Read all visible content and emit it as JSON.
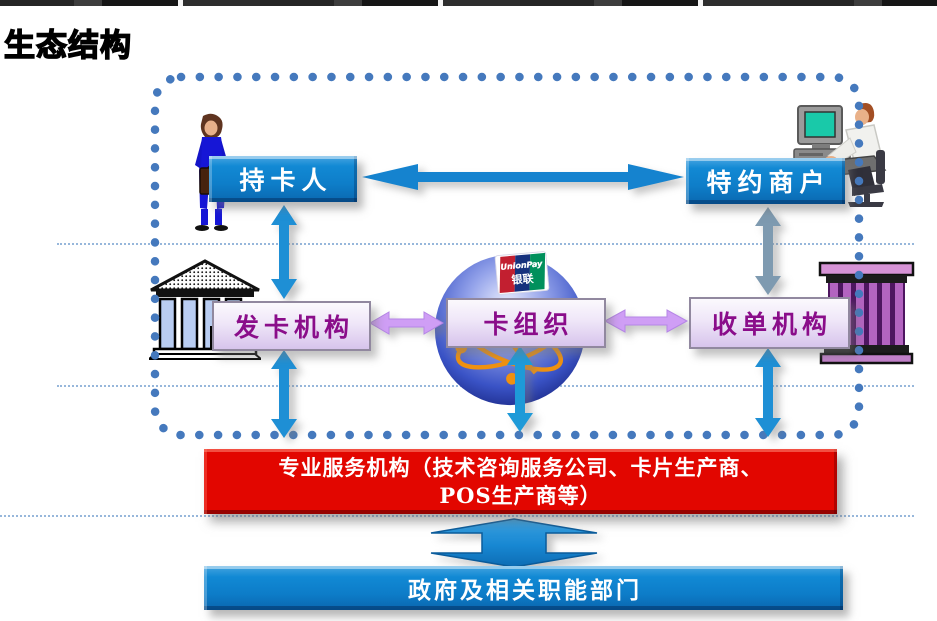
{
  "slide": {
    "title": "生态结构"
  },
  "nodes": {
    "cardholder": "持卡人",
    "merchant": "特约商户",
    "issuer": "发卡机构",
    "card_org": "卡组织",
    "acquirer": "收单机构",
    "service_line1": "专业服务机构（技术咨询服务公司、卡片生产商、",
    "service_line2": "POS生产商等）",
    "government": "政府及相关职能部门"
  },
  "logo": {
    "brand": "UnionPay",
    "brand_cn": "银联"
  },
  "colors": {
    "node_blue": "#0f82cc",
    "node_lavender": "#e9def5",
    "node_label_purple": "#8a0d8a",
    "service_red": "#e20600",
    "arrow_blue": "#1e8fd5",
    "arrow_slate": "#7e9ab0",
    "arrow_lilac": "#cf9ef5",
    "boundary_dot_blue": "#4579bd"
  }
}
